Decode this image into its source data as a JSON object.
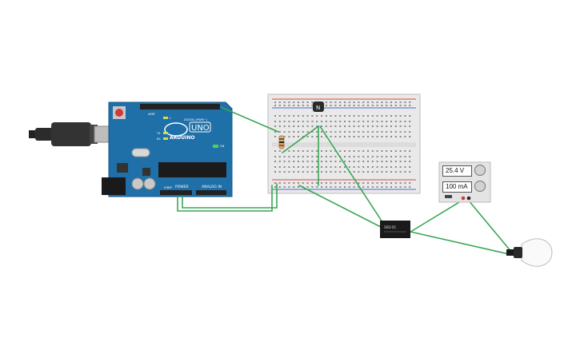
{
  "arduino": {
    "brand": "ARDUINO",
    "model": "UNO",
    "header_digital": "DIGITAL (PWM~)",
    "header_power": "POWER",
    "header_analog": "ANALOG IN",
    "led_on": "ON",
    "led_l": "L",
    "led_tx": "TX",
    "led_rx": "RX",
    "aref": "AREF",
    "ioref": "IOREF"
  },
  "transistor": {
    "label": "N"
  },
  "relay": {
    "label": "SRD-05"
  },
  "power_supply": {
    "voltage": "25.4 V",
    "current": "100 mA"
  },
  "colors": {
    "wire": "#3aa655",
    "board": "#1f6fa8",
    "breadboard": "#e9e9e9",
    "rail_red": "#e04848",
    "rail_blue": "#4a6fd0"
  }
}
